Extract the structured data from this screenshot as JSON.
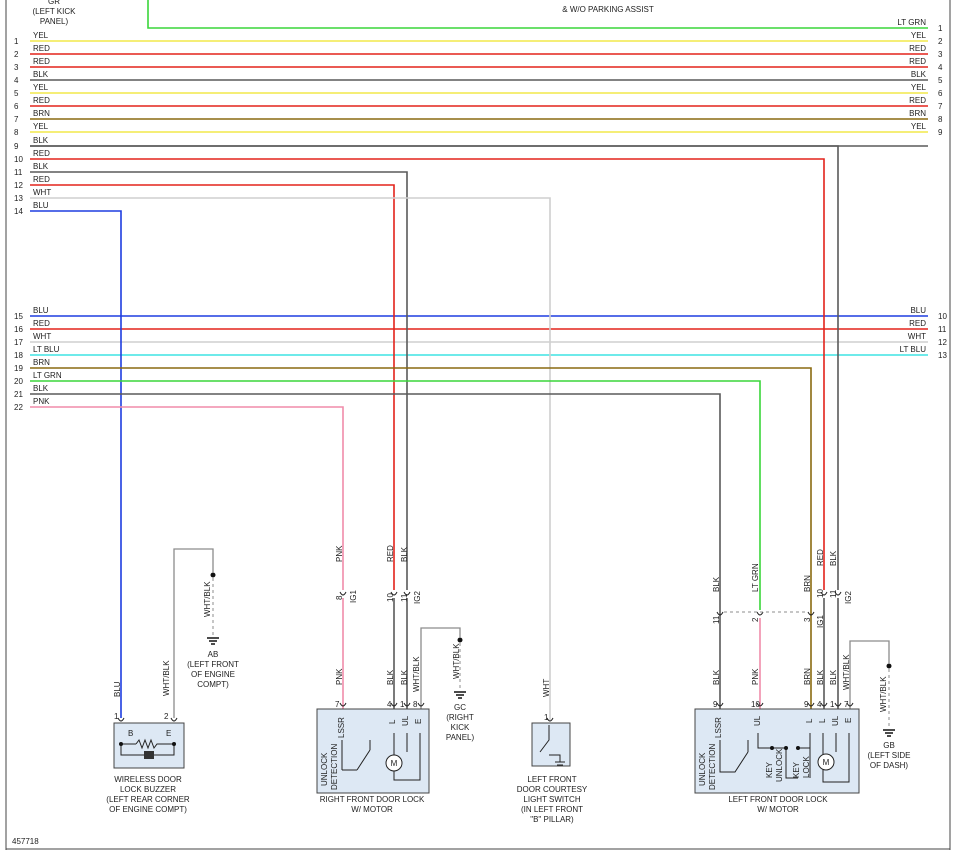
{
  "header": {
    "top_left_lines": [
      "GR",
      "(LEFT KICK",
      "PANEL)"
    ],
    "top_center": "& W/O PARKING ASSIST"
  },
  "colors": {
    "YEL": "#f2e84a",
    "RED": "#e3231c",
    "BLK": "#5a5a5a",
    "BRN": "#8a6a10",
    "WHT": "#cfcfcf",
    "BLU": "#1e3de0",
    "LT GRN": "#3ad63a",
    "LT BLU": "#3fe3e3",
    "PNK": "#f08caa",
    "GRAY": "#8c8c8c"
  },
  "left_wires": [
    {
      "num": "1",
      "color": "YEL"
    },
    {
      "num": "2",
      "color": "RED"
    },
    {
      "num": "3",
      "color": "RED"
    },
    {
      "num": "4",
      "color": "BLK"
    },
    {
      "num": "5",
      "color": "YEL"
    },
    {
      "num": "6",
      "color": "RED"
    },
    {
      "num": "7",
      "color": "BRN"
    },
    {
      "num": "8",
      "color": "YEL"
    },
    {
      "num": "9",
      "color": "BLK"
    },
    {
      "num": "10",
      "color": "RED"
    },
    {
      "num": "11",
      "color": "BLK"
    },
    {
      "num": "12",
      "color": "RED"
    },
    {
      "num": "13",
      "color": "WHT"
    },
    {
      "num": "14",
      "color": "BLU"
    },
    {
      "num": "15",
      "color": "BLU"
    },
    {
      "num": "16",
      "color": "RED"
    },
    {
      "num": "17",
      "color": "WHT"
    },
    {
      "num": "18",
      "color": "LT BLU"
    },
    {
      "num": "19",
      "color": "BRN"
    },
    {
      "num": "20",
      "color": "LT GRN"
    },
    {
      "num": "21",
      "color": "BLK"
    },
    {
      "num": "22",
      "color": "PNK"
    }
  ],
  "right_wires": [
    {
      "num": "1",
      "color": "LT GRN"
    },
    {
      "num": "2",
      "color": "YEL"
    },
    {
      "num": "3",
      "color": "RED"
    },
    {
      "num": "4",
      "color": "RED"
    },
    {
      "num": "5",
      "color": "BLK"
    },
    {
      "num": "6",
      "color": "YEL"
    },
    {
      "num": "7",
      "color": "RED"
    },
    {
      "num": "8",
      "color": "BRN"
    },
    {
      "num": "9",
      "color": "YEL"
    },
    {
      "num": "10",
      "color": "BLU"
    },
    {
      "num": "11",
      "color": "RED"
    },
    {
      "num": "12",
      "color": "WHT"
    },
    {
      "num": "13",
      "color": "LT BLU"
    }
  ],
  "vertical_labels": {
    "pnk": "PNK",
    "red": "RED",
    "blk": "BLK",
    "wht_blk": "WHT/BLK",
    "blu": "BLU",
    "wht": "WHT",
    "lt_grn": "LT GRN",
    "brn": "BRN"
  },
  "connectors": {
    "ig1": "IG1",
    "ig2": "IG2"
  },
  "grounds": {
    "ab": [
      "AB",
      "(LEFT FRONT",
      "OF ENGINE",
      "COMPT)"
    ],
    "gc": [
      "GC",
      "(RIGHT",
      "KICK",
      "PANEL)"
    ],
    "gb": [
      "GB",
      "(LEFT SIDE",
      "OF DASH)"
    ]
  },
  "components": {
    "buzzer": {
      "caption": [
        "WIRELESS DOOR",
        "LOCK BUZZER",
        "(LEFT REAR CORNER",
        "OF ENGINE COMPT)"
      ],
      "pin_b": "B",
      "pin_e": "E",
      "term1": "1",
      "term2": "2"
    },
    "rf_lock": {
      "caption": [
        "RIGHT FRONT DOOR LOCK",
        "W/ MOTOR"
      ],
      "pins": [
        "LSSR",
        "L",
        "UL",
        "E"
      ],
      "terms": [
        "7",
        "4",
        "1",
        "8"
      ],
      "inner": [
        "UNLOCK",
        "DETECTION"
      ],
      "motor": "M"
    },
    "courtesy": {
      "caption": [
        "LEFT FRONT",
        "DOOR COURTESY",
        "LIGHT SWITCH",
        "(IN LEFT FRONT",
        "\"B\" PILLAR)"
      ],
      "term": "1"
    },
    "lf_lock": {
      "caption": [
        "LEFT FRONT DOOR LOCK",
        "W/ MOTOR"
      ],
      "pins": [
        "LSSR",
        "UL",
        "L",
        "L",
        "UL",
        "E"
      ],
      "terms": [
        "9",
        "10",
        "9",
        "4",
        "1",
        "7"
      ],
      "inner": [
        "UNLOCK",
        "DETECTION"
      ],
      "key_unlock": [
        "KEY",
        "UNLOCK"
      ],
      "key_lock": [
        "KEY",
        "LOCK"
      ],
      "motor": "M"
    }
  },
  "pin_numbers": {
    "rf_ig": [
      "8",
      "10",
      "11"
    ],
    "lf_ig2": [
      "10",
      "11"
    ],
    "lf_ig1": [
      "11",
      "2",
      "3"
    ]
  },
  "footer": {
    "diagram_id": "457718"
  }
}
